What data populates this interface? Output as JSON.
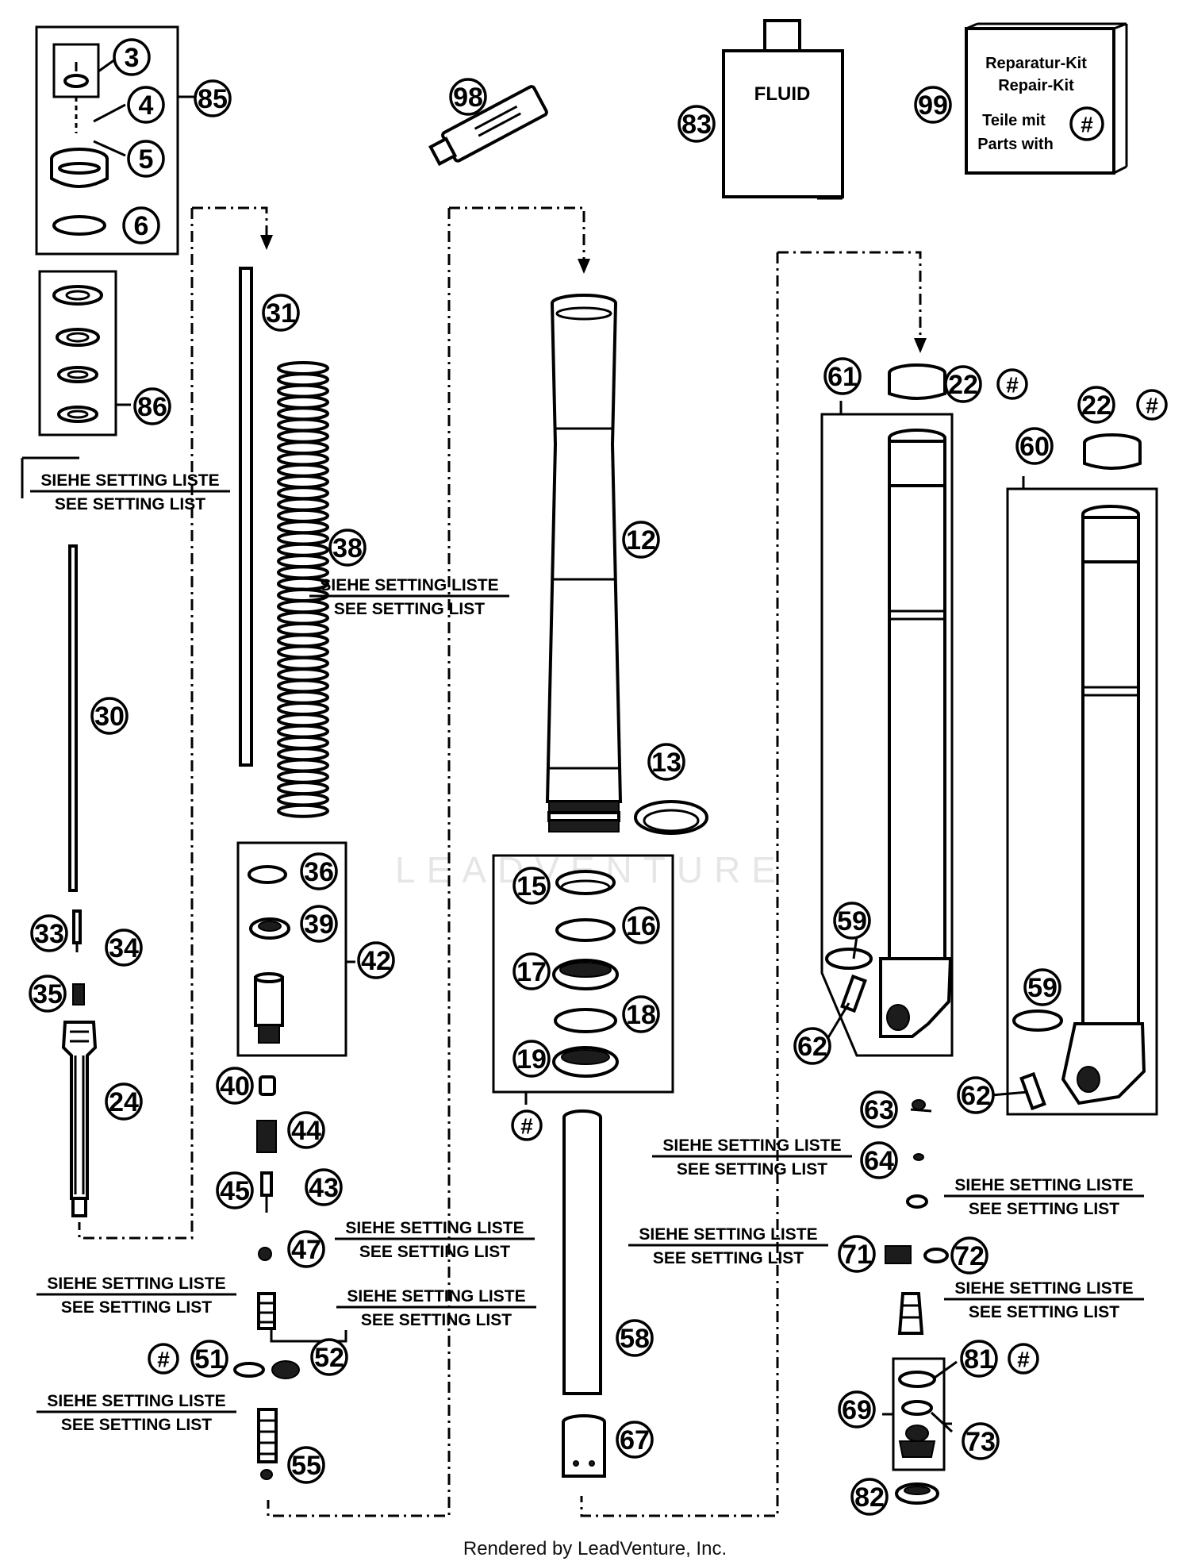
{
  "watermark": "LEADVENTURE",
  "footer": "Rendered by LeadVenture, Inc.",
  "fluid_label": "FLUID",
  "repair_kit": {
    "line1": "Reparatur-Kit",
    "line2": "Repair-Kit",
    "line3": "Teile mit",
    "line4": "Parts with",
    "symbol": "#"
  },
  "setting_note": {
    "de": "SIEHE SETTING LISTE",
    "en": "SEE SETTING LIST"
  },
  "hash_symbol": "#",
  "callouts": [
    "3",
    "4",
    "5",
    "6",
    "85",
    "86",
    "98",
    "83",
    "99",
    "31",
    "38",
    "30",
    "33",
    "34",
    "35",
    "24",
    "36",
    "39",
    "42",
    "40",
    "44",
    "45",
    "43",
    "47",
    "51",
    "52",
    "55",
    "12",
    "13",
    "15",
    "16",
    "17",
    "18",
    "19",
    "58",
    "67",
    "61",
    "22",
    "60",
    "59",
    "62",
    "63",
    "64",
    "71",
    "72",
    "81",
    "69",
    "73",
    "82"
  ]
}
